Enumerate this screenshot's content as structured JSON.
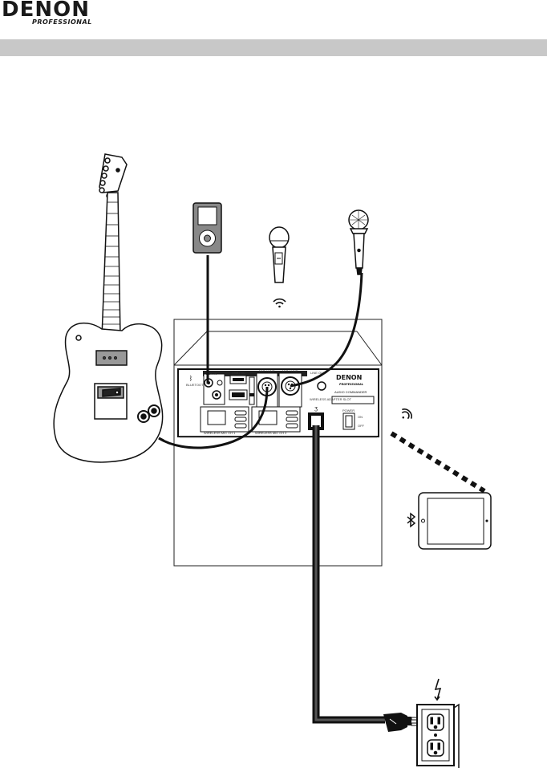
{
  "brand": {
    "name": "DENON",
    "sub": "PROFESSIONAL"
  },
  "panel": {
    "brand": "DENON",
    "brand_sub": "PROFESSIONAL",
    "model": "AUDIO COMMANDER",
    "bluetooth": "BLUETOOTH",
    "aux_in": "AUX IN",
    "usb_sd": "USB / SD",
    "mic_line_1": "MIC / LINE",
    "mic_line_2": "MIC / LINE",
    "line_out": "LINE OUT",
    "wireless": "WIRELESS",
    "power": "POWER",
    "on": "ON",
    "off": "OFF",
    "channel_1": "WIRELESS MIC CH 1",
    "channel_2": "WIRELESS MIC CH 2",
    "wireless_adapter": "WIRELESS ADAPTER SLOT"
  }
}
